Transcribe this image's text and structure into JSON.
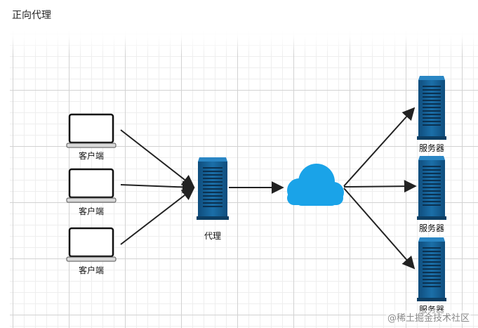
{
  "header": {
    "title": "正向代理"
  },
  "diagram": {
    "client_label": "客户端",
    "proxy_label": "代理",
    "server_label": "服务器",
    "client_count": 3,
    "server_count": 3
  },
  "colors": {
    "server_blue": "#1b6fa8",
    "server_dark": "#0d3e63",
    "cloud_blue": "#1aa3e8",
    "arrow": "#222222",
    "grid_major": "#d2d2d2",
    "grid_minor": "#eeeeee"
  },
  "icons": {
    "client": "laptop-icon",
    "proxy": "server-icon",
    "internet": "cloud-icon",
    "server": "server-icon"
  },
  "watermark": {
    "text": "@稀土掘金技术社区"
  }
}
